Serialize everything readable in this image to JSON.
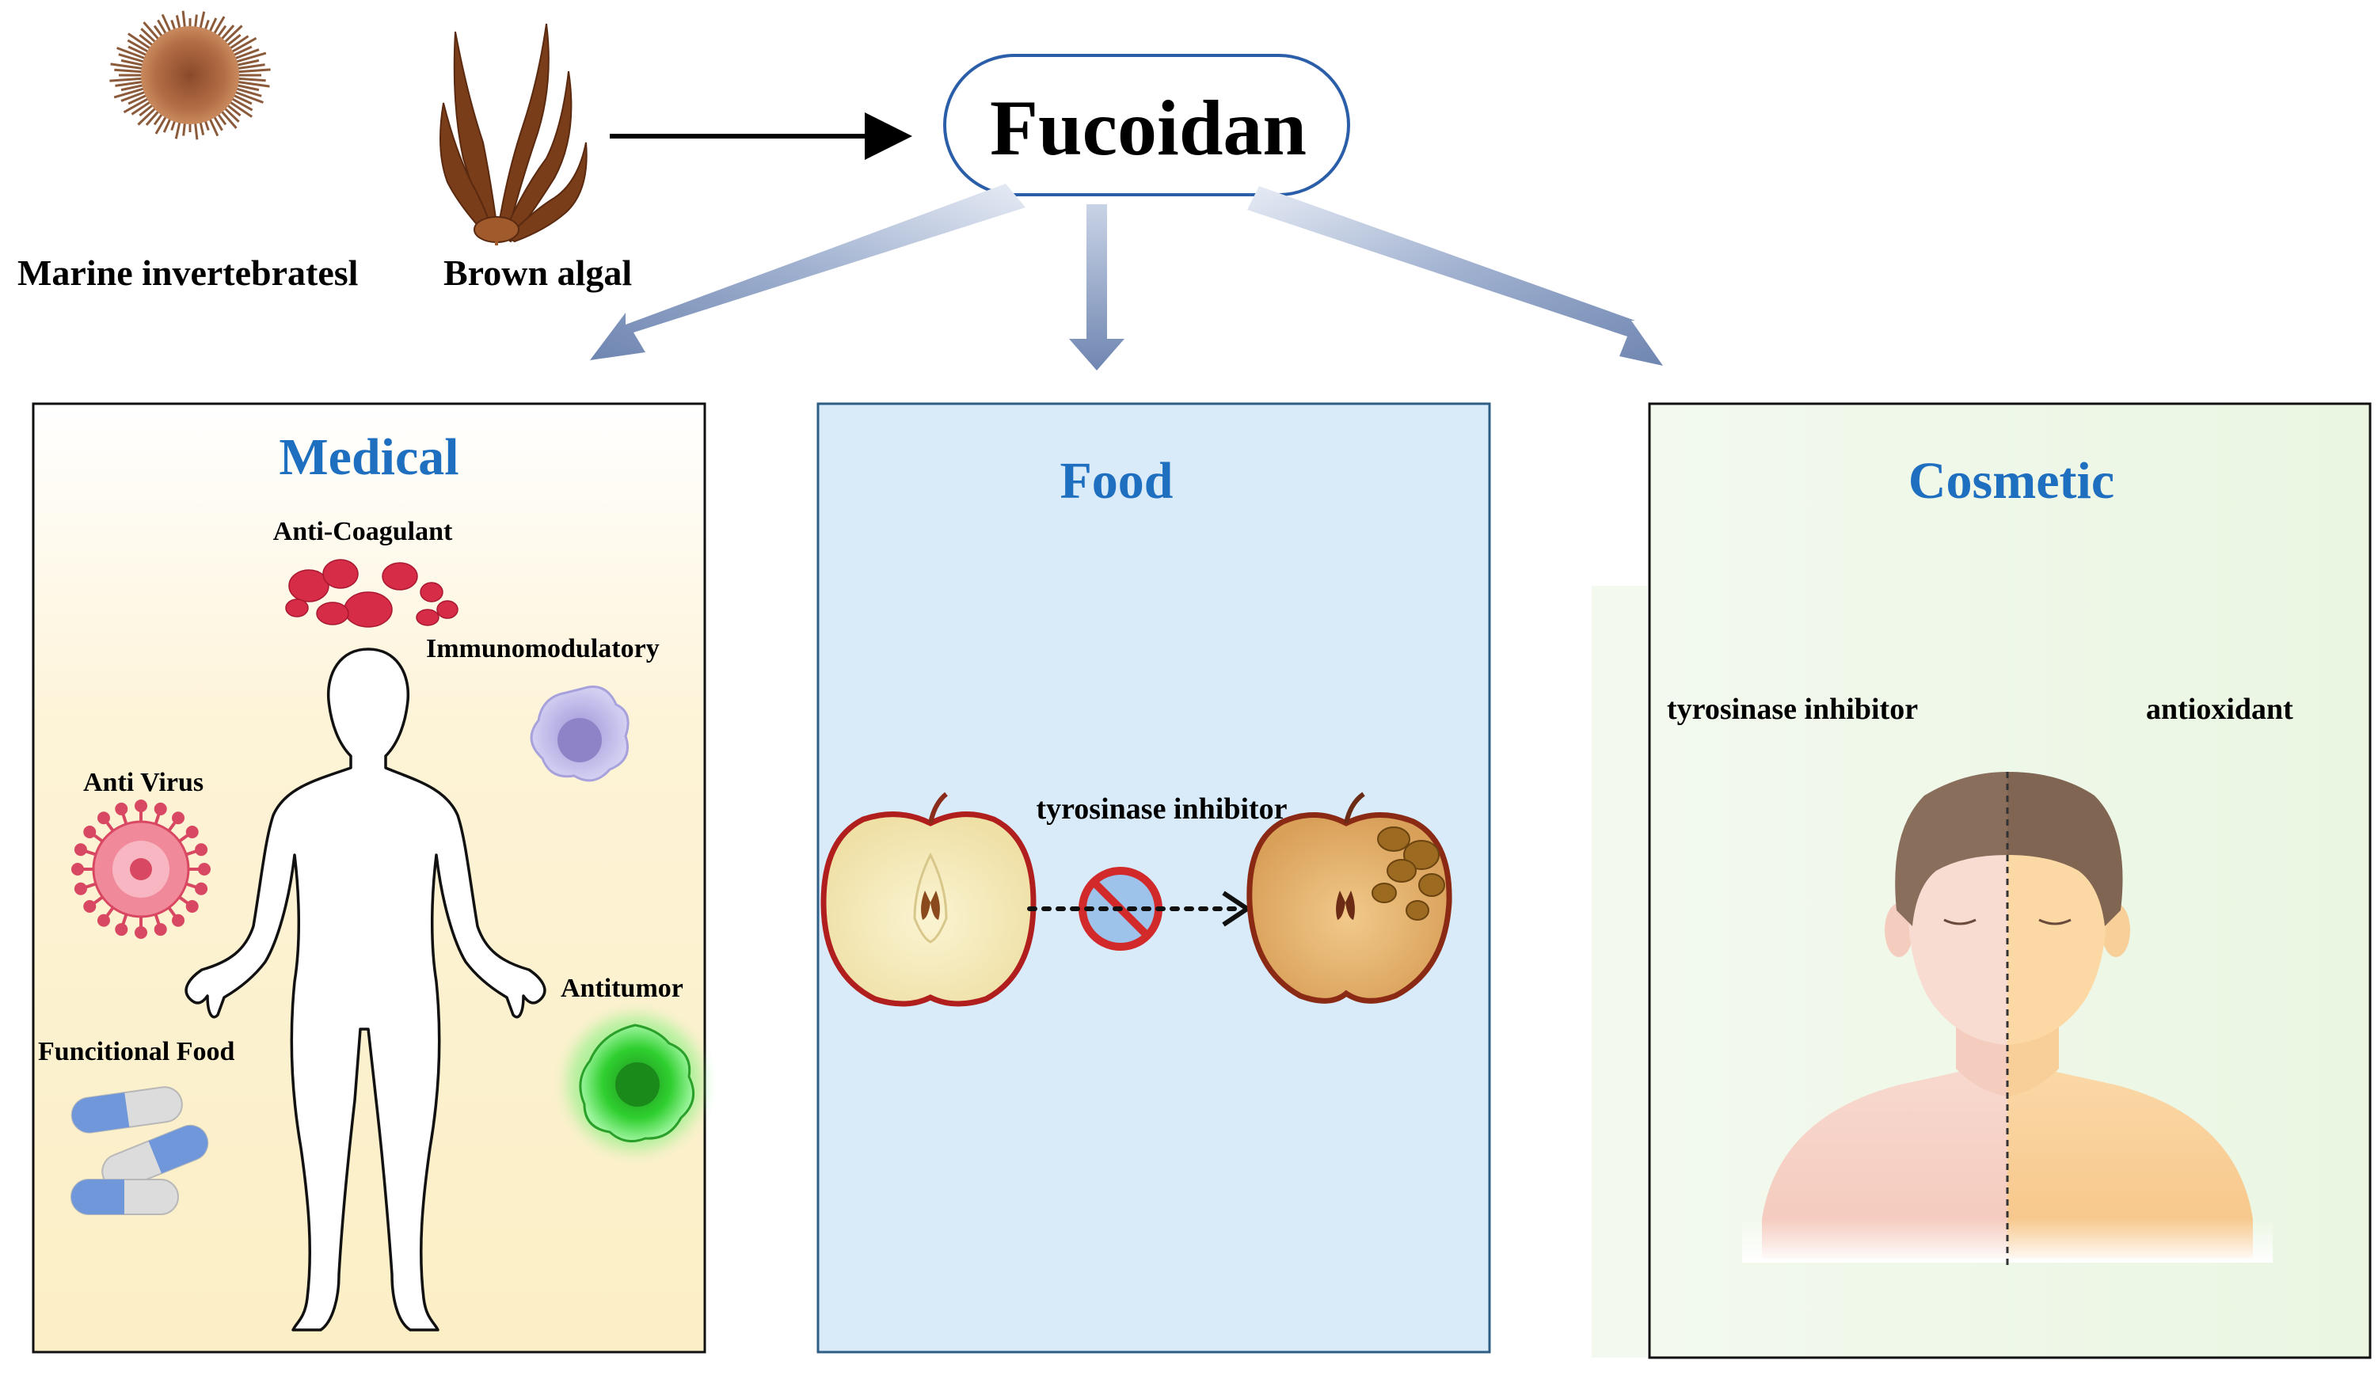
{
  "header": {
    "title": "Fucoidan",
    "sources": [
      {
        "label": "Marine invertebratesl",
        "icon": "sea-urchin-icon"
      },
      {
        "label": "Brown algal",
        "icon": "brown-algae-icon"
      }
    ]
  },
  "panels": {
    "medical": {
      "title": "Medical",
      "labels": {
        "anti_coagulant": "Anti-Coagulant",
        "immunomodulatory": "Immunomodulatory",
        "anti_virus": "Anti Virus",
        "antitumor": "Antitumor",
        "functional_food": "Funcitional Food"
      },
      "icons": [
        "blood-clot-icon",
        "immune-cell-icon",
        "virus-icon",
        "tumor-cell-icon",
        "capsule-pill-icon",
        "human-body-icon"
      ]
    },
    "food": {
      "title": "Food",
      "labels": {
        "tyrosinase": "tyrosinase inhibitor"
      },
      "icons": [
        "fresh-apple-icon",
        "prohibited-icon",
        "browned-apple-icon"
      ]
    },
    "cosmetic": {
      "title": "Cosmetic",
      "labels": {
        "tyrosinase": "tyrosinase inhibitor",
        "antioxidant": "antioxidant"
      },
      "icons": [
        "face-portrait-icon"
      ]
    }
  },
  "colors": {
    "panel_title": "#1f6fc0",
    "arrow": "#7f93b8",
    "medical_bg": "#fdf2cf",
    "food_bg": "#d7e9f9",
    "cosmetic_bg": "#eef7e6"
  }
}
